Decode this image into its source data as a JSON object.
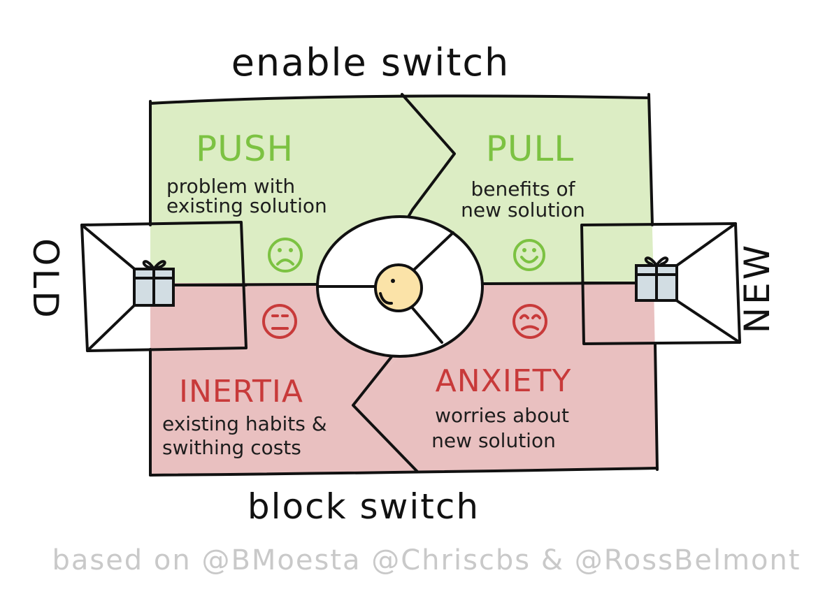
{
  "diagram": {
    "top_label": "enable switch",
    "bottom_label": "block switch",
    "left_label": "OLD",
    "right_label": "NEW",
    "credit": "based on @BMoesta @Chriscbs & @RossBelmont",
    "quadrants": {
      "push": {
        "title": "PUSH",
        "desc_line1": "problem with",
        "desc_line2": "existing solution",
        "mood_icon": "sad-face-icon"
      },
      "pull": {
        "title": "PULL",
        "desc_line1": "benefits of",
        "desc_line2": "new solution",
        "mood_icon": "smile-face-icon"
      },
      "inertia": {
        "title": "INERTIA",
        "desc_line1": "existing habits &",
        "desc_line2": "swithing costs",
        "mood_icon": "neutral-face-icon"
      },
      "anxiety": {
        "title": "ANXIETY",
        "desc_line1": "worries about",
        "desc_line2": "new solution",
        "mood_icon": "worried-face-icon"
      }
    },
    "colors": {
      "green_fill": "#dcedc4",
      "red_fill": "#e9c0c0",
      "green_text": "#7cc242",
      "red_text": "#c83a3a",
      "gift_fill": "#d2dde3",
      "person_fill": "#fbe3a8",
      "credit_text": "#c9c9c9"
    }
  }
}
